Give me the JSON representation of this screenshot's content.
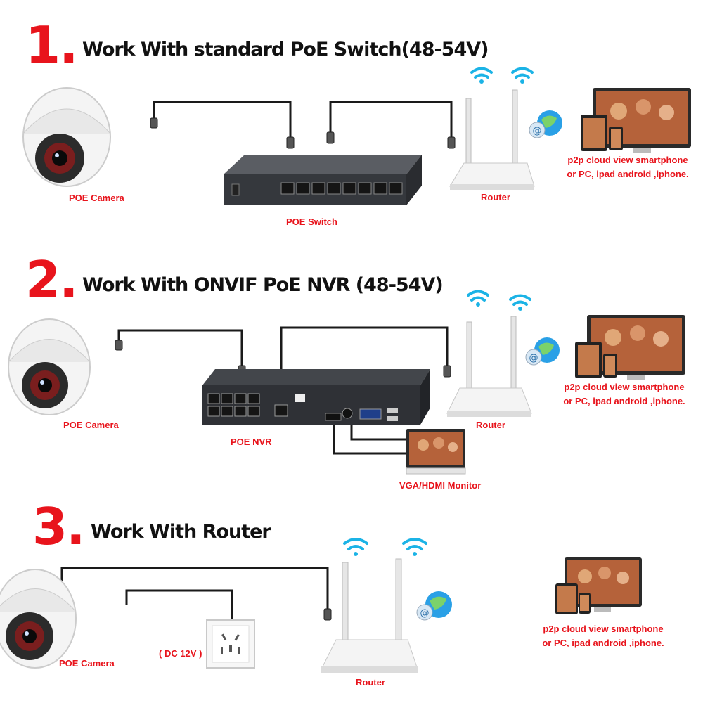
{
  "colors": {
    "accent_red": "#e8141c",
    "cable": "#1a1a1a",
    "wifi_cyan": "#1bb3e6",
    "device_dark": "#3a3d42",
    "device_white": "#f2f2f2"
  },
  "sections": [
    {
      "number": "1.",
      "title": "Work With standard PoE Switch(48-54V)",
      "camera_label": "POE Camera",
      "device_label": "POE Switch",
      "router_label": "Router",
      "p2p_line1": "p2p cloud  view smartphone",
      "p2p_line2": "or PC, ipad android ,iphone."
    },
    {
      "number": "2.",
      "title": "Work With ONVIF PoE NVR (48-54V)",
      "camera_label": "POE Camera",
      "device_label": "POE NVR",
      "router_label": "Router",
      "monitor_label": "VGA/HDMI Monitor",
      "p2p_line1": "p2p cloud  view smartphone",
      "p2p_line2": "or PC, ipad android ,iphone."
    },
    {
      "number": "3.",
      "title": "Work With Router",
      "camera_label": "POE Camera",
      "power_label": "( DC 12V )",
      "router_label": "Router",
      "p2p_line1": "p2p cloud  view smartphone",
      "p2p_line2": "or PC, ipad android ,iphone."
    }
  ],
  "icons": [
    "dome-camera-icon",
    "poe-switch-icon",
    "nvr-icon",
    "router-icon",
    "wifi-icon",
    "cloud-globe-icon",
    "monitor-icon",
    "tablet-icon",
    "phone-icon",
    "wall-outlet-icon",
    "rj45-plug-icon"
  ]
}
